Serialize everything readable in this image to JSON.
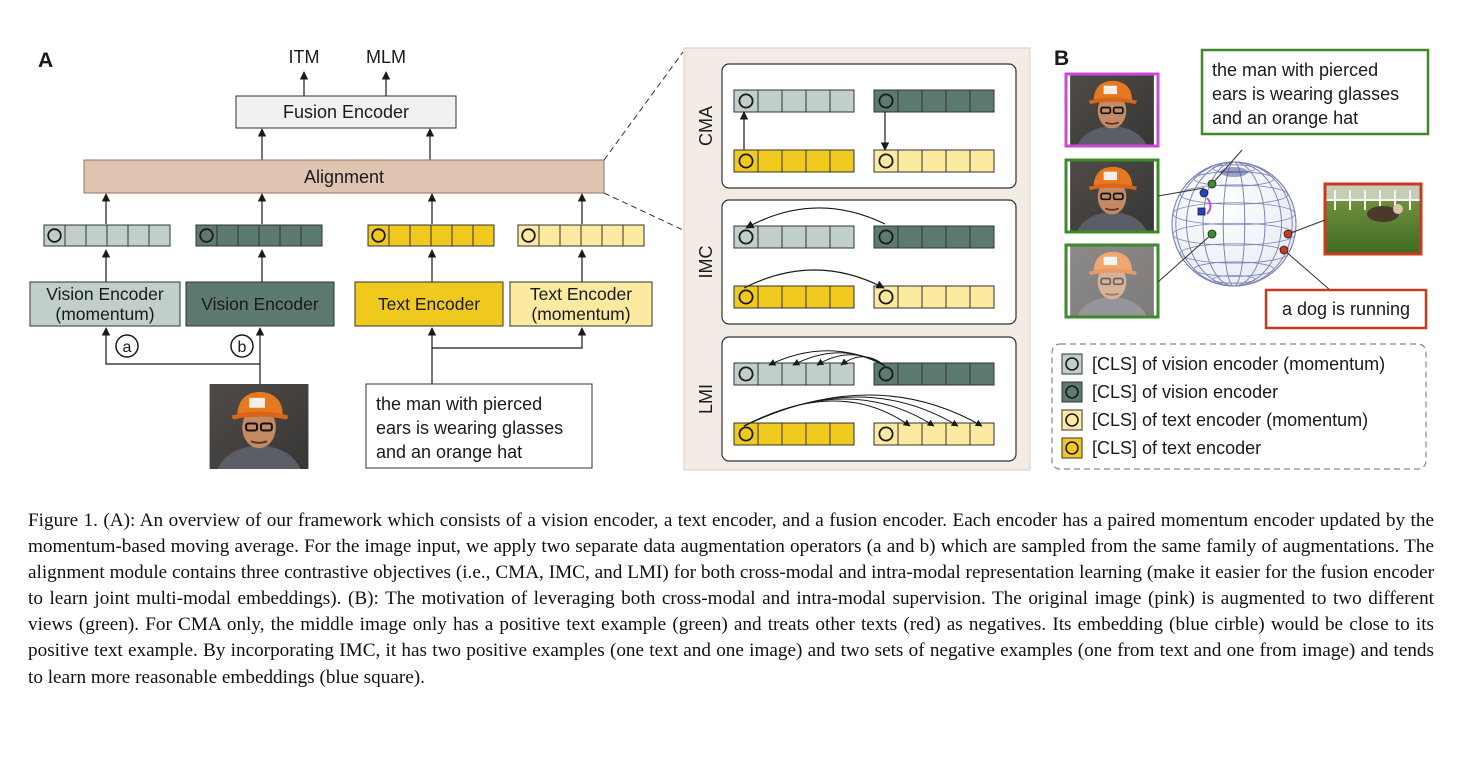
{
  "figure": {
    "panel_a_label": "A",
    "panel_b_label": "B",
    "outputs": [
      "ITM",
      "MLM"
    ],
    "fusion_encoder": "Fusion Encoder",
    "alignment": "Alignment",
    "encoders": {
      "vision_momentum_line1": "Vision Encoder",
      "vision_momentum_line2": "(momentum)",
      "vision": "Vision Encoder",
      "text": "Text Encoder",
      "text_momentum_line1": "Text Encoder",
      "text_momentum_line2": "(momentum)"
    },
    "augment_a": "a",
    "augment_b": "b",
    "input_text": [
      "the man with pierced",
      "ears is wearing glasses",
      "and an orange hat"
    ],
    "objectives": [
      "CMA",
      "IMC",
      "LMI"
    ],
    "panel_b_positive_text": [
      "the man with pierced",
      "ears is wearing glasses",
      "and an orange hat"
    ],
    "panel_b_negative_text": "a dog is running",
    "legend": [
      "[CLS] of vision encoder (momentum)",
      "[CLS] of vision encoder",
      "[CLS] of text encoder (momentum)",
      "[CLS] of text encoder"
    ],
    "colors": {
      "vision_momentum": "#c0cfcc",
      "vision": "#5d7a72",
      "text": "#f0c91e",
      "text_momentum": "#fbeaa0",
      "alignment": "#dfc4b2",
      "panel_bg": "#f3ece4",
      "positive": "#3f8a2a",
      "negative": "#c93a1f",
      "original": "#c84bd0",
      "embedding": "#2a3fc9"
    }
  },
  "caption": {
    "paragraph": "Figure 1. (A): An overview of our framework which consists of a vision encoder, a text encoder, and a fusion encoder. Each encoder has a paired momentum encoder updated by the momentum-based moving average. For the image input, we apply two separate data augmentation operators (a and b) which are sampled from the same family of augmentations. The alignment module contains three contrastive objectives (i.e., CMA, IMC, and LMI) for both cross-modal and intra-modal representation learning (make it easier for the fusion encoder to learn joint multi-modal embeddings). (B): The motivation of leveraging both cross-modal and intra-modal supervision. The original image (pink) is augmented to two different views (green). For CMA only, the middle image only has a positive text example (green) and treats other texts (red) as negatives. Its embedding (blue cirble) would be close to its positive text example. By incorporating IMC, it has two positive examples (one text and one image) and two sets of negative examples (one from text and one from image) and tends to learn more reasonable embeddings (blue square)."
  }
}
